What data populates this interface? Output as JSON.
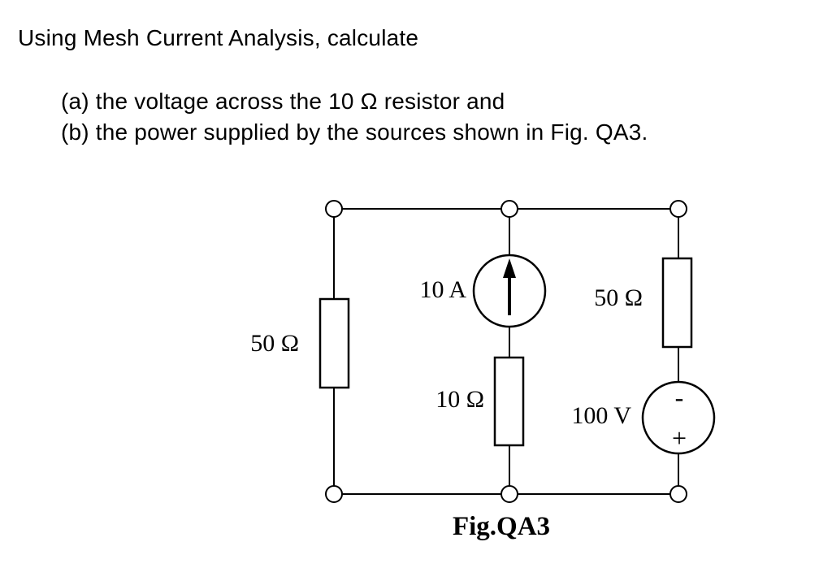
{
  "question": {
    "intro": "Using Mesh Current Analysis, calculate",
    "item_a": "(a) the voltage across the 10 Ω resistor and",
    "item_b": "(b) the power supplied by the sources shown in Fig. QA3."
  },
  "figure": {
    "caption": "Fig.QA3",
    "components": {
      "left_resistor_label": "50 Ω",
      "current_source_label": "10 A",
      "middle_resistor_label": "10 Ω",
      "right_resistor_label": "50 Ω",
      "voltage_source_label": "100 V",
      "voltage_source_minus": "-",
      "voltage_source_plus": "+"
    }
  },
  "colors": {
    "ink": "#000000",
    "background": "#ffffff"
  }
}
